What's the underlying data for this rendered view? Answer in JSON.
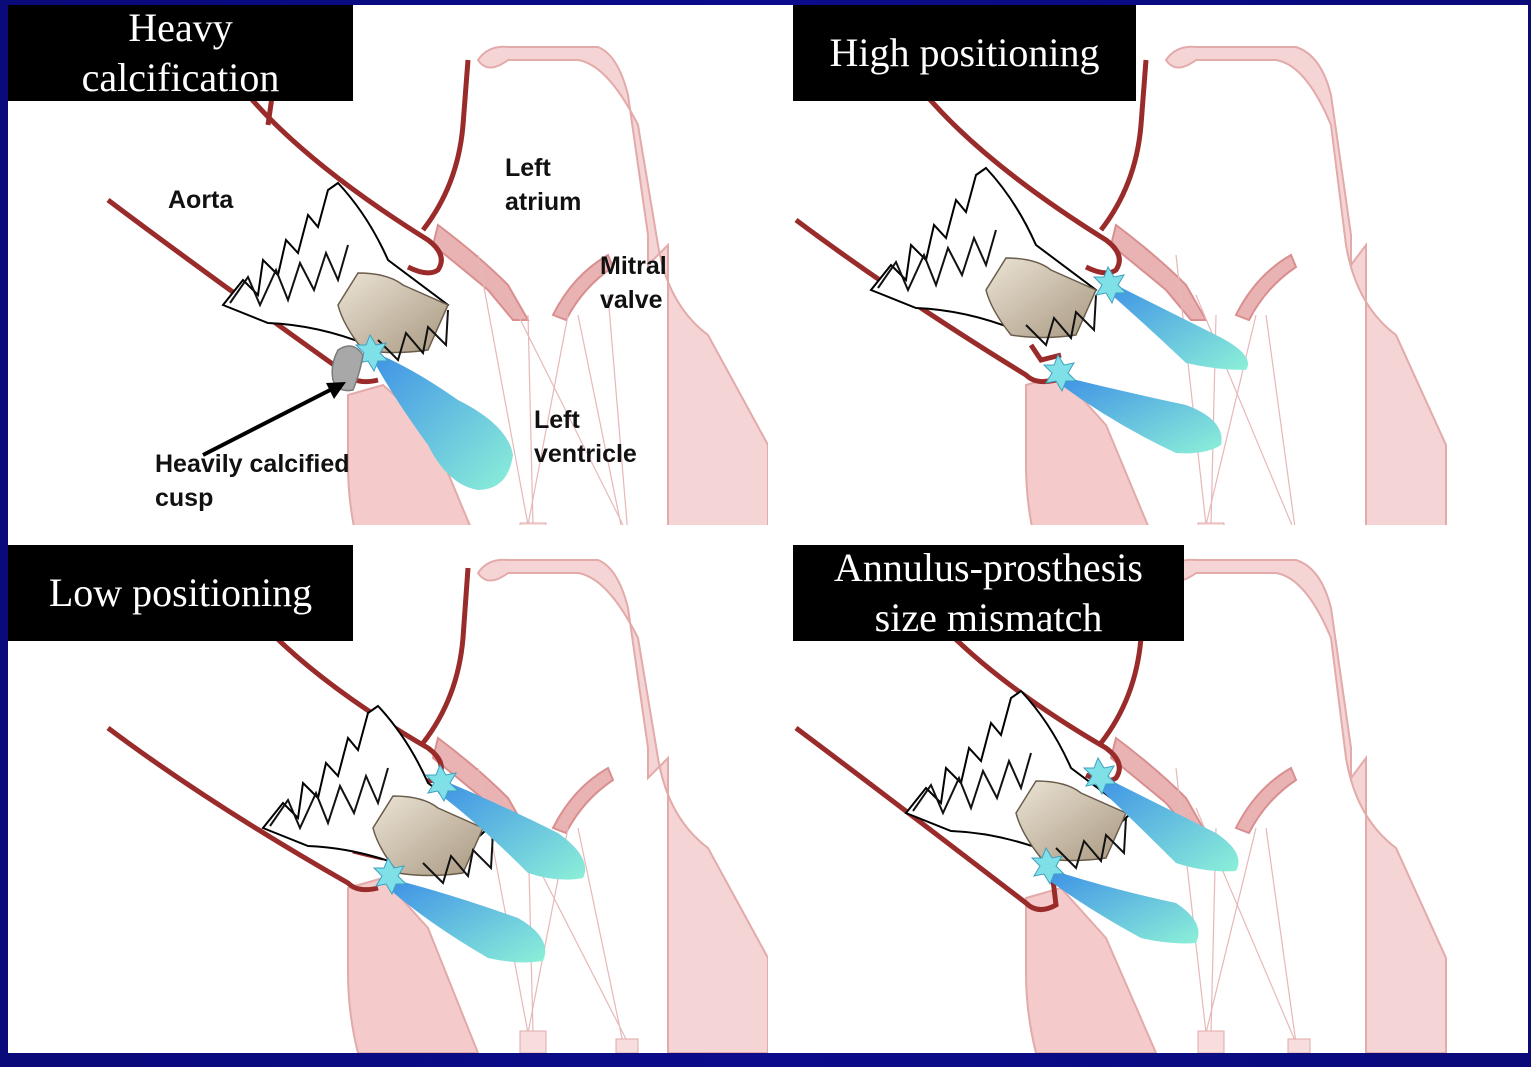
{
  "panels": [
    {
      "title_line1": "Heavy",
      "title_line2": "calcification"
    },
    {
      "title": "High positioning"
    },
    {
      "title": "Low positioning"
    },
    {
      "title_line1": "Annulus-prosthesis",
      "title_line2": "size mismatch"
    }
  ],
  "labels": {
    "aorta": "Aorta",
    "left_atrium": "Left\natrium",
    "mitral_valve": "Mitral\nvalve",
    "left_ventricle": "Left\nventricle",
    "calcified_cusp": "Heavily calcified\ncusp"
  },
  "colors": {
    "tissue_fill": "#f2c4c4",
    "tissue_stroke": "#e6a0a0",
    "wall": "#9a2b2b",
    "leak": "#4aa3e8",
    "calcification": "#a8a8a8"
  }
}
